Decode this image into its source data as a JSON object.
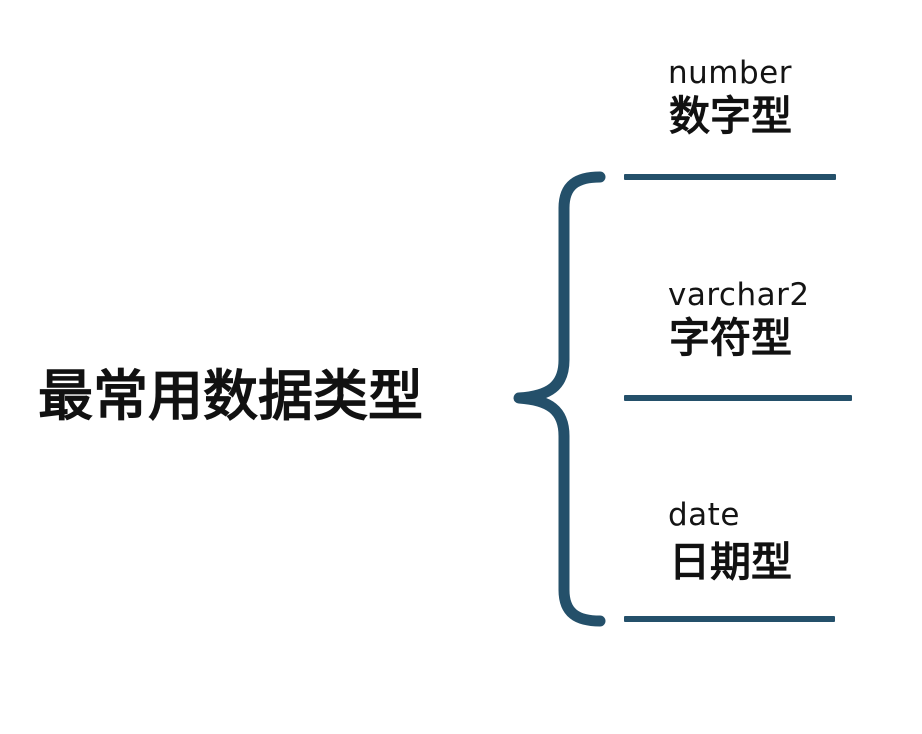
{
  "diagram": {
    "title": "最常用数据类型",
    "brace_color": "#24506A",
    "rule_color": "#24506A",
    "text_color": "#111111",
    "background": "#ffffff",
    "branches": [
      {
        "english": "number",
        "chinese": "数字型"
      },
      {
        "english": "varchar2",
        "chinese": "字符型"
      },
      {
        "english": "date",
        "chinese": "日期型"
      }
    ]
  }
}
